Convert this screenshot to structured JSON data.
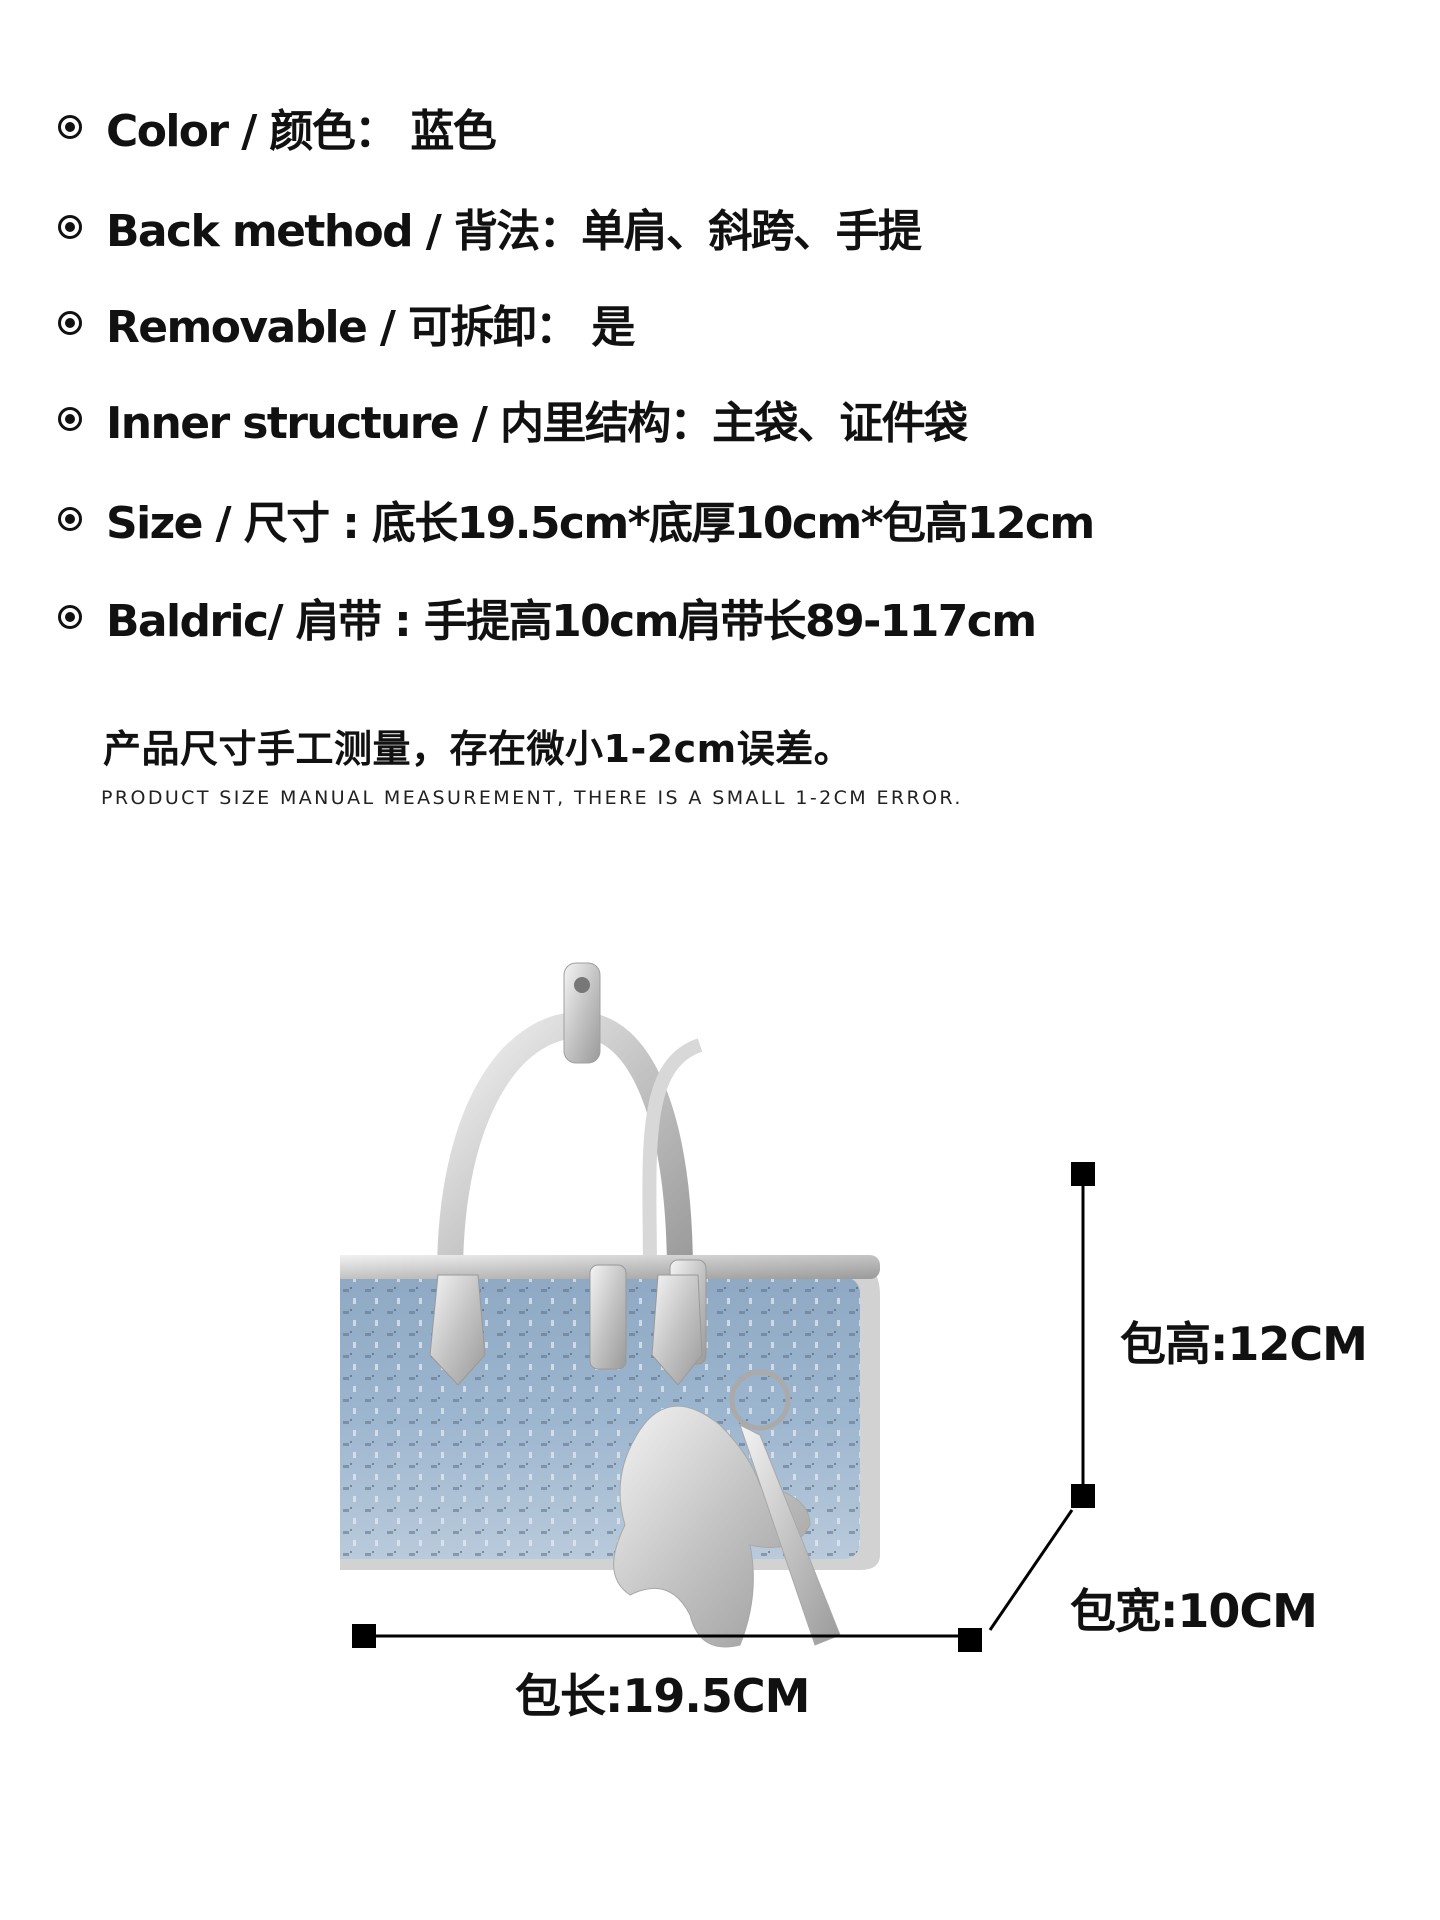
{
  "specs": [
    {
      "label": "Color / 颜色：  蓝色"
    },
    {
      "label": "Back method / 背法：单肩、斜跨、手提"
    },
    {
      "label": "Removable / 可拆卸：  是"
    },
    {
      "label": "Inner structure / 内里结构：主袋、证件袋"
    },
    {
      "label": "Size / 尺寸 : 底长19.5cm*底厚10cm*包高12cm"
    },
    {
      "label": "Baldric/ 肩带 : 手提高10cm肩带长89-117cm"
    }
  ],
  "note": {
    "cn": "产品尺寸手工测量，存在微小1-2cm误差。",
    "en": "PRODUCT SIZE MANUAL MEASUREMENT, THERE IS A SMALL 1-2CM ERROR."
  },
  "dimensions": {
    "height": "包高:12CM",
    "width": "包宽:10CM",
    "length": "包长:19.5CM"
  }
}
